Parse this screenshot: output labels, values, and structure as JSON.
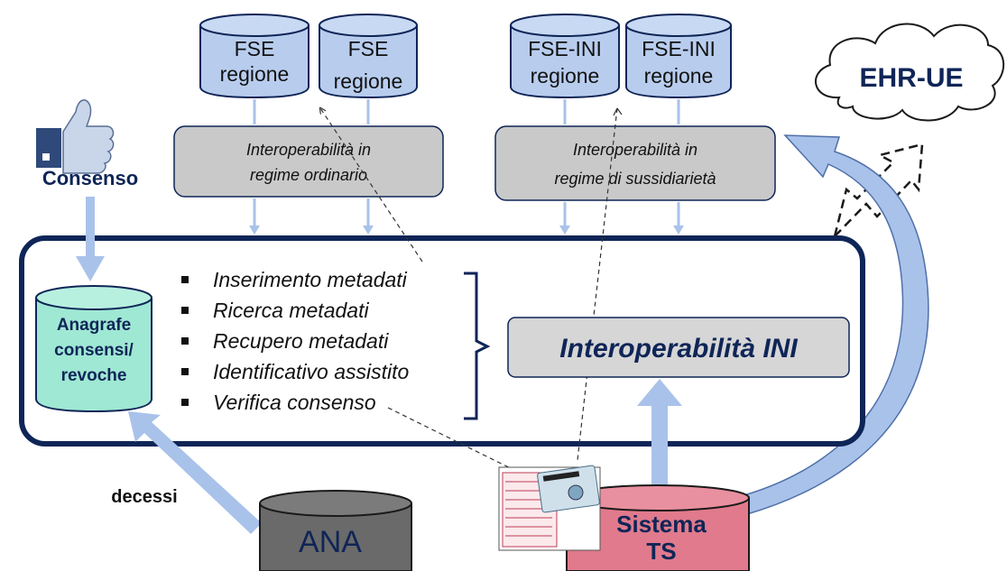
{
  "fse_cylinders": [
    {
      "line1": "FSE",
      "line2": "regione"
    },
    {
      "line1": "FSE",
      "line2": "regione"
    }
  ],
  "fse_ini_cylinders": [
    {
      "line1": "FSE-INI",
      "line2": "regione"
    },
    {
      "line1": "FSE-INI",
      "line2": "regione"
    }
  ],
  "box_ordinario": {
    "line1": "Interoperabilità  in",
    "line2": "regime ordinario"
  },
  "box_sussidiarieta": {
    "line1": "Interoperabilità  in",
    "line2": "regime  di sussidiarietà"
  },
  "ehr_label": "EHR-UE",
  "consenso_label": "Consenso",
  "anagrafe": {
    "line1": "Anagrafe",
    "line2": "consensi/",
    "line3": "revoche"
  },
  "functions": [
    "Inserimento metadati",
    "Ricerca metadati",
    "Recupero metadati",
    "Identificativo assistito",
    "Verifica consenso"
  ],
  "ini_label": "Interoperabilità INI",
  "decessi_label": "decessi",
  "ana_label": "ANA",
  "sistema_ts": {
    "line1": "Sistema",
    "line2": "TS"
  },
  "colors": {
    "navy": "#0f2557",
    "cylinder_blue": "#b8cdee",
    "arrow_blue": "#a9c2ea",
    "grey_box": "#c9c9c9",
    "teal": "#9fe8d4",
    "dark_grey": "#6a6a6a",
    "pink": "#e07a8c"
  }
}
